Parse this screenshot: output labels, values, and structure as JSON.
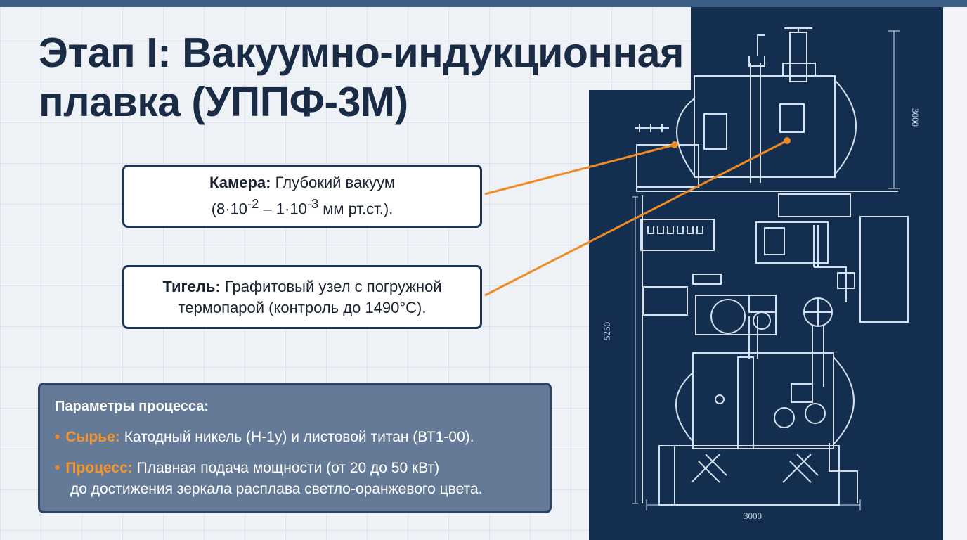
{
  "title": {
    "line1": "Этап I: Вакуумно-индукционная",
    "line2": "плавка (УППФ-3М)"
  },
  "callouts": {
    "camera": {
      "key": "Камера:",
      "text1": " Глубокий вакуум",
      "text2_a": "(8·10",
      "text2_exp1": "-2",
      "text2_b": " – 1·10",
      "text2_exp2": "-3",
      "text2_c": " мм рт.ст.)."
    },
    "crucible": {
      "key": "Тигель:",
      "text1": " Графитовый узел с погружной",
      "text2": "термопарой (контроль до 1490°C)."
    }
  },
  "params": {
    "title": "Параметры процесса:",
    "items": [
      {
        "key": "Сырье:",
        "text": " Катодный никель (Н-1у) и листовой титан (ВТ1-00)."
      },
      {
        "key": "Процесс:",
        "text": " Плавная подача мощности (от 20 до 50 кВт)",
        "continuation": "до достижения зеркала расплава светло-оранжевого цвета."
      }
    ]
  },
  "blueprint": {
    "dimensions": {
      "top_height": "3000",
      "side_height": "5250",
      "bottom_width": "3000"
    }
  },
  "colors": {
    "accent": "#f08a24",
    "blueprint_bg": "#132e4f",
    "navy": "#1d3557",
    "panel": "#647a96"
  }
}
